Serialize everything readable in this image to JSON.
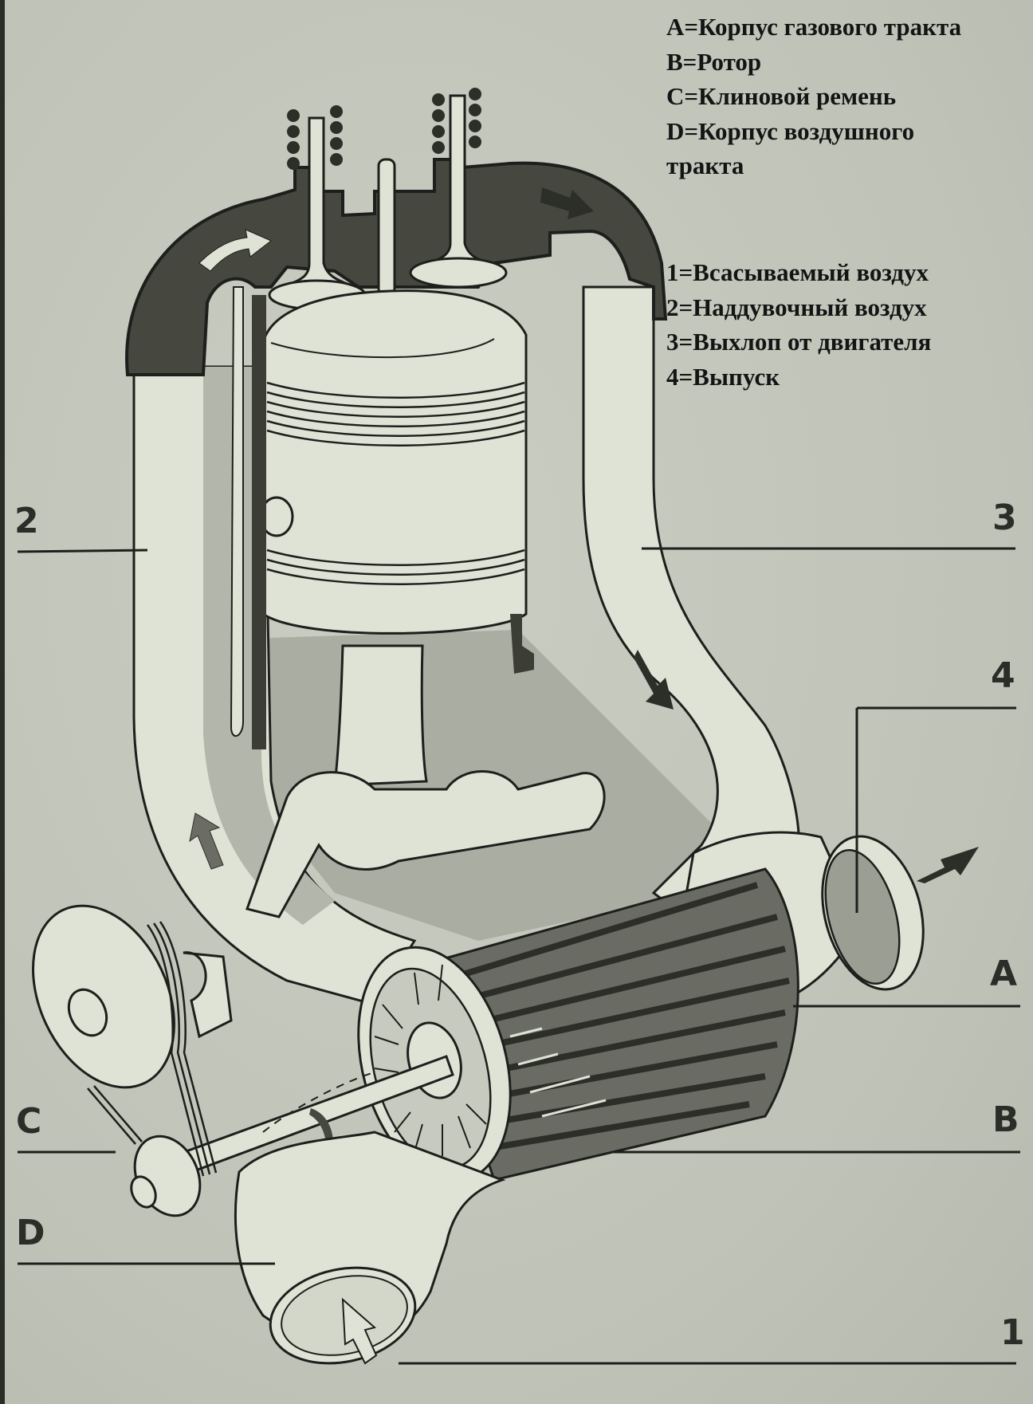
{
  "figure": {
    "subject": "Pressure-wave supercharger (Comprex) schematic",
    "colors": {
      "background": "#c4c8bc",
      "light_part": "#dfe3d6",
      "mid_shade": "#9a9e93",
      "dark_part": "#46483f",
      "line": "#1e1f1c",
      "text": "#141414"
    }
  },
  "legend": {
    "parts": [
      {
        "key": "A",
        "text": "A=Корпус газового тракта"
      },
      {
        "key": "B",
        "text": "B=Ротор"
      },
      {
        "key": "C",
        "text": "C=Клиновой ремень"
      },
      {
        "key": "D",
        "text": "D=Корпус воздушного"
      },
      {
        "key": "D-cont",
        "text": "тракта"
      }
    ],
    "flows": [
      {
        "key": "1",
        "text": "1=Всасываемый воздух"
      },
      {
        "key": "2",
        "text": "2=Наддувочный воздух"
      },
      {
        "key": "3",
        "text": "3=Выхлоп от двигателя"
      },
      {
        "key": "4",
        "text": "4=Выпуск"
      }
    ]
  },
  "callouts": {
    "c2": "2",
    "c3": "3",
    "c4": "4",
    "cA": "A",
    "cB": "B",
    "cC": "C",
    "cD": "D",
    "c1": "1"
  }
}
